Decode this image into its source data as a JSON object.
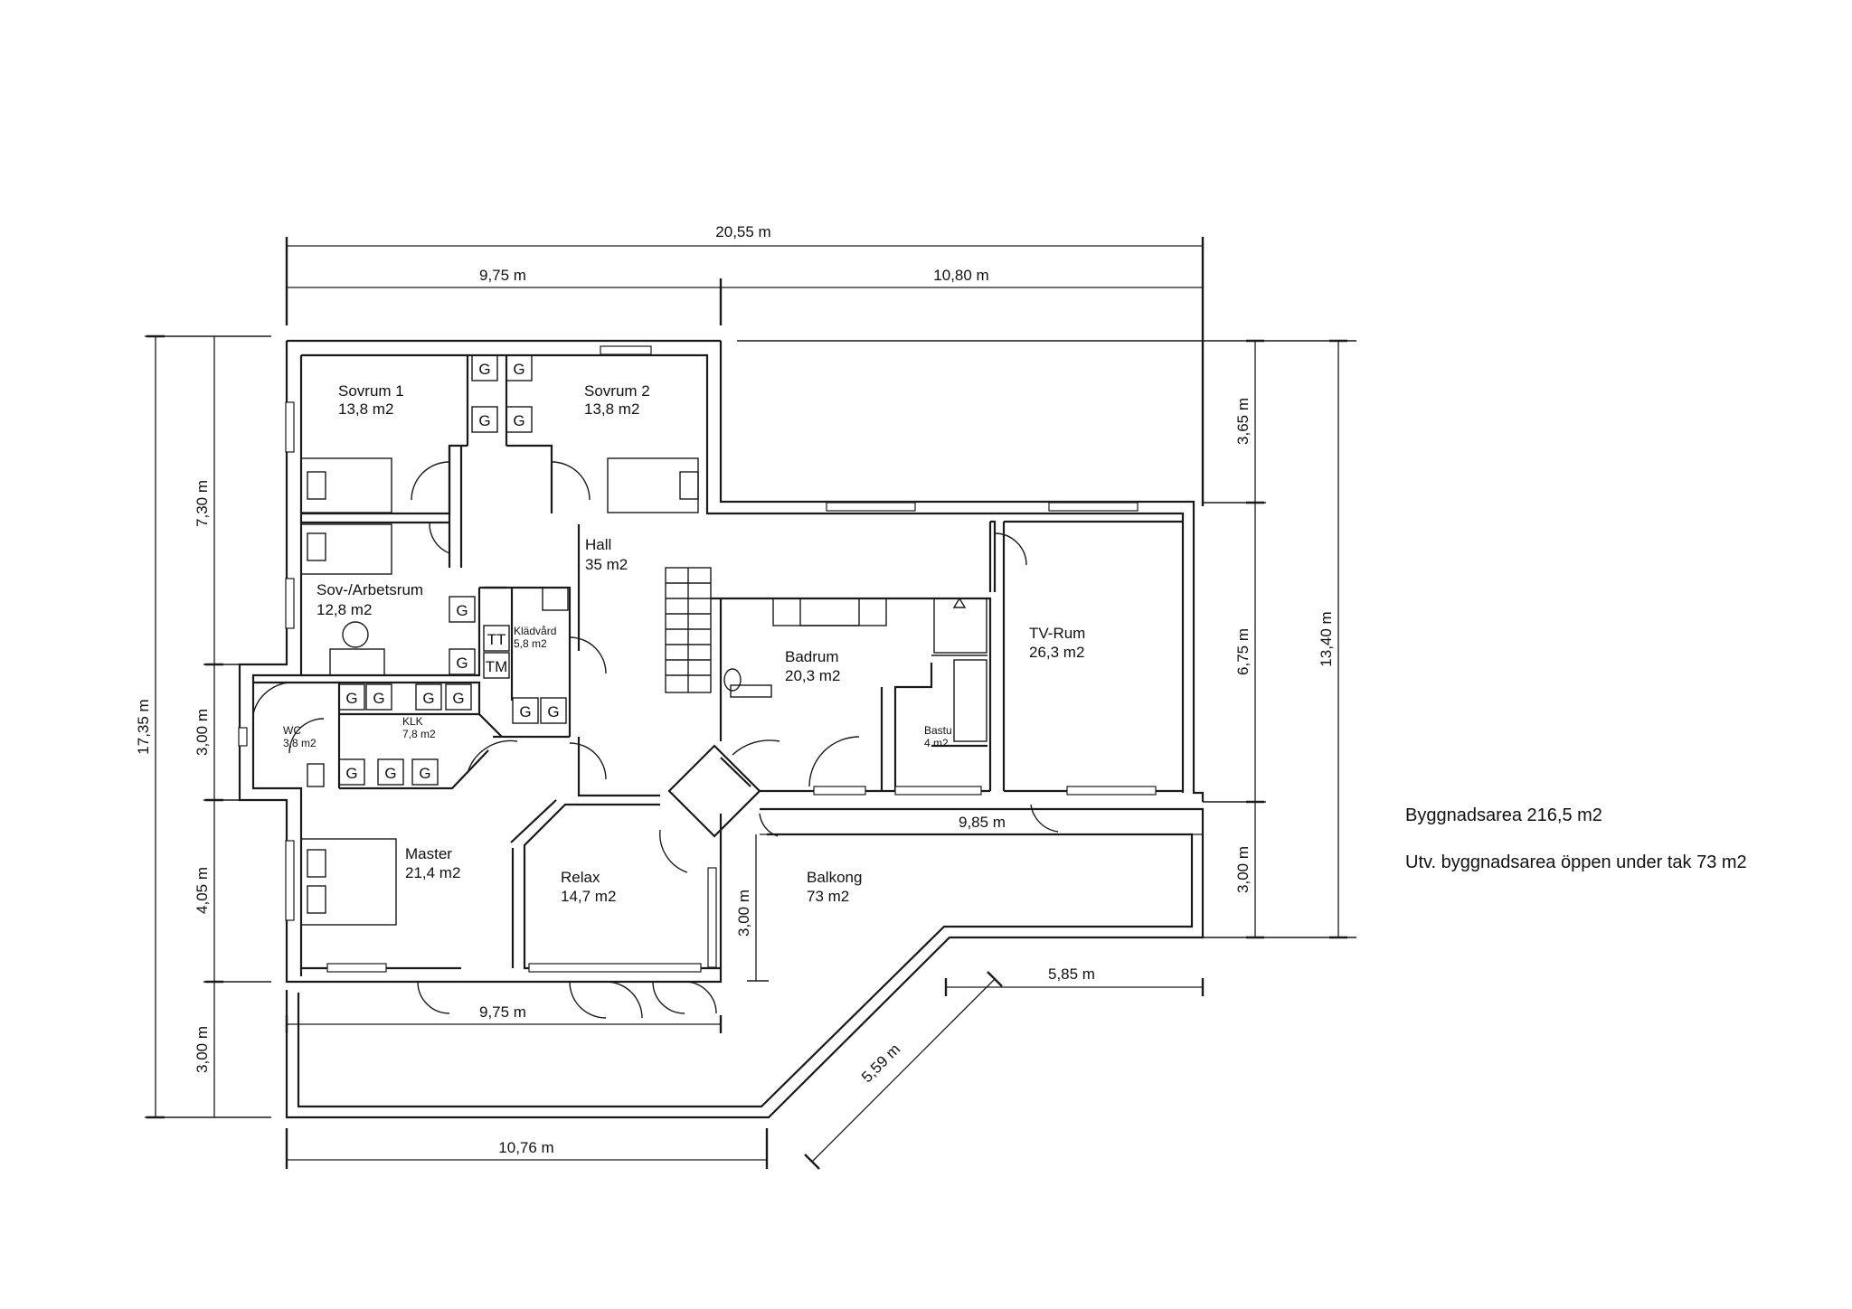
{
  "rooms": {
    "sovrum1": {
      "name": "Sovrum 1",
      "area": "13,8 m2"
    },
    "sovrum2": {
      "name": "Sovrum 2",
      "area": "13,8 m2"
    },
    "hall": {
      "name": "Hall",
      "area": "35 m2"
    },
    "sovarbets": {
      "name": "Sov-/Arbetsrum",
      "area": "12,8 m2"
    },
    "kladvard": {
      "name": "Klädvård",
      "area": "5,8 m2"
    },
    "badrum": {
      "name": "Badrum",
      "area": "20,3 m2"
    },
    "tvrum": {
      "name": "TV-Rum",
      "area": "26,3 m2"
    },
    "wc": {
      "name": "WC",
      "area": "3,8 m2"
    },
    "klk": {
      "name": "KLK",
      "area": "7,8 m2"
    },
    "bastu": {
      "name": "Bastu",
      "area": "4 m2"
    },
    "master": {
      "name": "Master",
      "area": "21,4 m2"
    },
    "relax": {
      "name": "Relax",
      "area": "14,7 m2"
    },
    "balkong": {
      "name": "Balkong",
      "area": "73 m2"
    }
  },
  "fixtures": {
    "g": "G",
    "tt": "TT",
    "tm": "TM"
  },
  "dimensions": {
    "total_width": "20,55 m",
    "left_width": "9,75 m",
    "right_width": "10,80 m",
    "left_total": "17,35 m",
    "left_top": "7,30 m",
    "left_mid": "3,00 m",
    "left_master": "4,05 m",
    "left_bottom": "3,00 m",
    "right_top": "3,65 m",
    "right_tv": "6,75 m",
    "right_total": "13,40 m",
    "right_balcony": "3,00 m",
    "balcony_width": "9,85 m",
    "balcony_depth": "3,00 m",
    "balcony_end": "5,85 m",
    "diagonal": "5,59 m",
    "master_width": "9,75 m",
    "bottom_width": "10,76 m"
  },
  "notes": {
    "area": "Byggnadsarea 216,5 m2",
    "open_area": "Utv. byggnadsarea öppen under tak 73 m2"
  }
}
